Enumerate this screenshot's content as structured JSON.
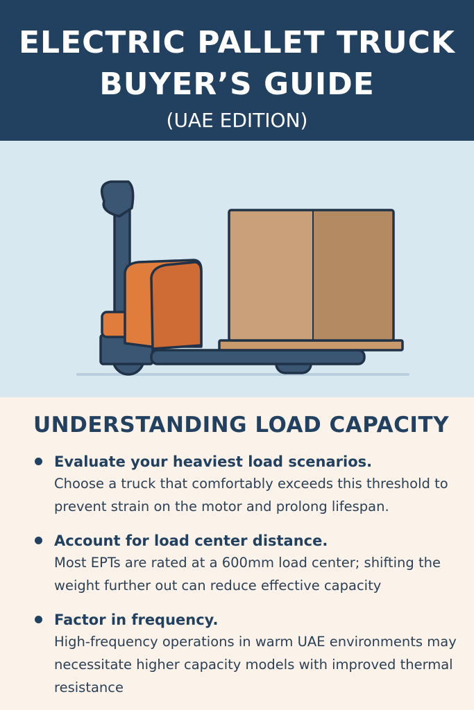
{
  "header": {
    "title_line1": "ELECTRIC PALLET TRUCK",
    "title_line2": "BUYER’S GUIDE",
    "subtitle": "(UAE EDITION)"
  },
  "illustration": {
    "icon": "electric-pallet-truck-with-box"
  },
  "section": {
    "title": "UNDERSTANDING LOAD CAPACITY",
    "bullets": [
      {
        "heading": "Evaluate your heaviest load scenarios.",
        "body": "Choose a truck that comfortably exceeds this threshold to prevent strain on the motor and prolong lifespan."
      },
      {
        "heading": "Account for load center distance.",
        "body": "Most EPTs are rated at a 600mm load center; shifting the weight further out can reduce effective capacity"
      },
      {
        "heading": "Factor in frequency.",
        "body": "High-frequency operations in warm UAE environments may necessitate higher capacity models with improved thermal resistance"
      }
    ]
  },
  "colors": {
    "navy": "#22405f",
    "sky": "#d7e8f0",
    "cream": "#fbf3e9",
    "orange": "#d9703a",
    "box": "#c9a079"
  }
}
